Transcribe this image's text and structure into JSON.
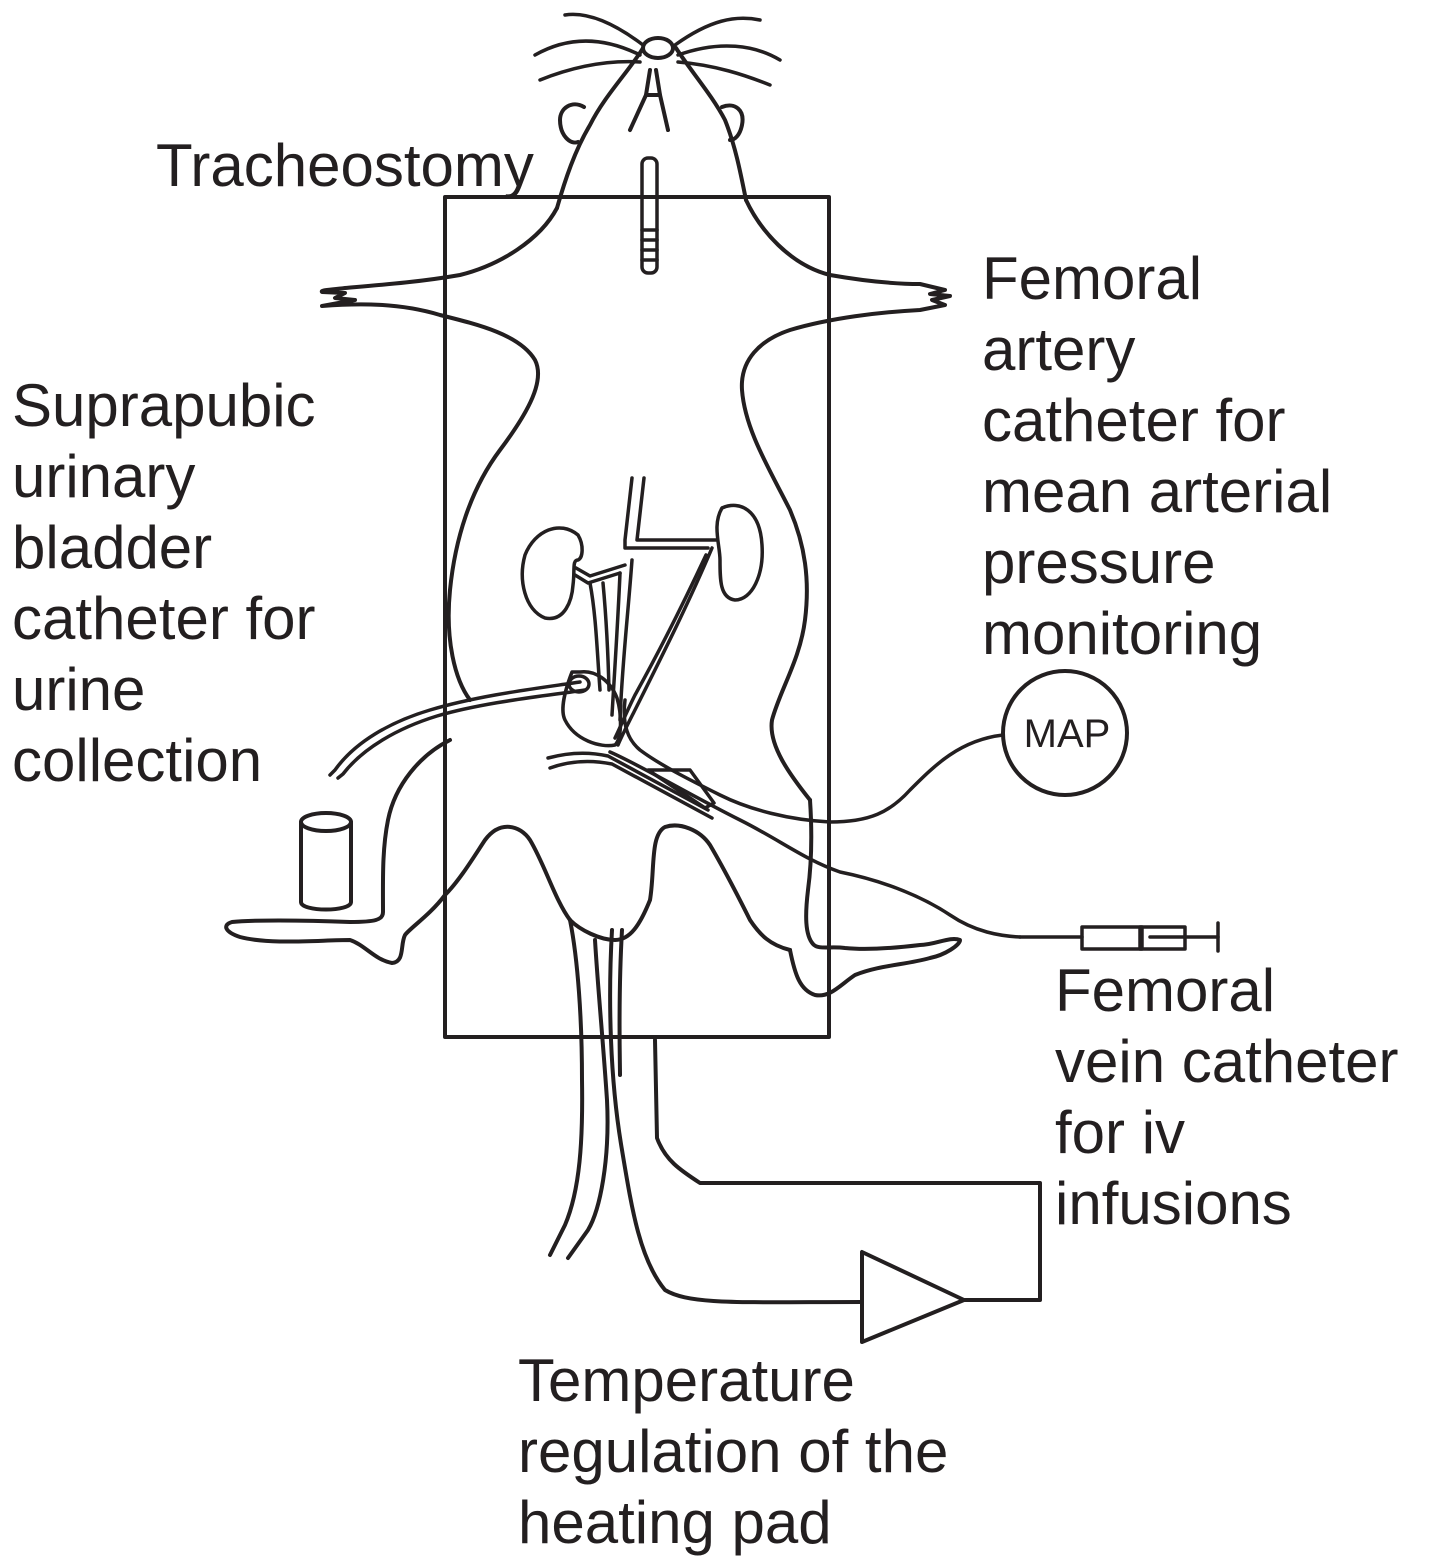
{
  "labels": {
    "tracheostomy": "Tracheostomy",
    "femoral_artery": [
      "Femoral",
      "artery",
      "catheter for",
      "mean arterial",
      "pressure",
      "monitoring"
    ],
    "suprapubic": [
      "Suprapubic",
      "urinary",
      "bladder",
      "catheter for",
      "urine",
      "collection"
    ],
    "femoral_vein": [
      "Femoral",
      "vein catheter",
      "for iv",
      "infusions"
    ],
    "temperature": [
      "Temperature",
      "regulation of the",
      "heating pad"
    ],
    "map_monitor": "MAP"
  },
  "colors": {
    "ink": "#231f20",
    "background": "#ffffff"
  }
}
